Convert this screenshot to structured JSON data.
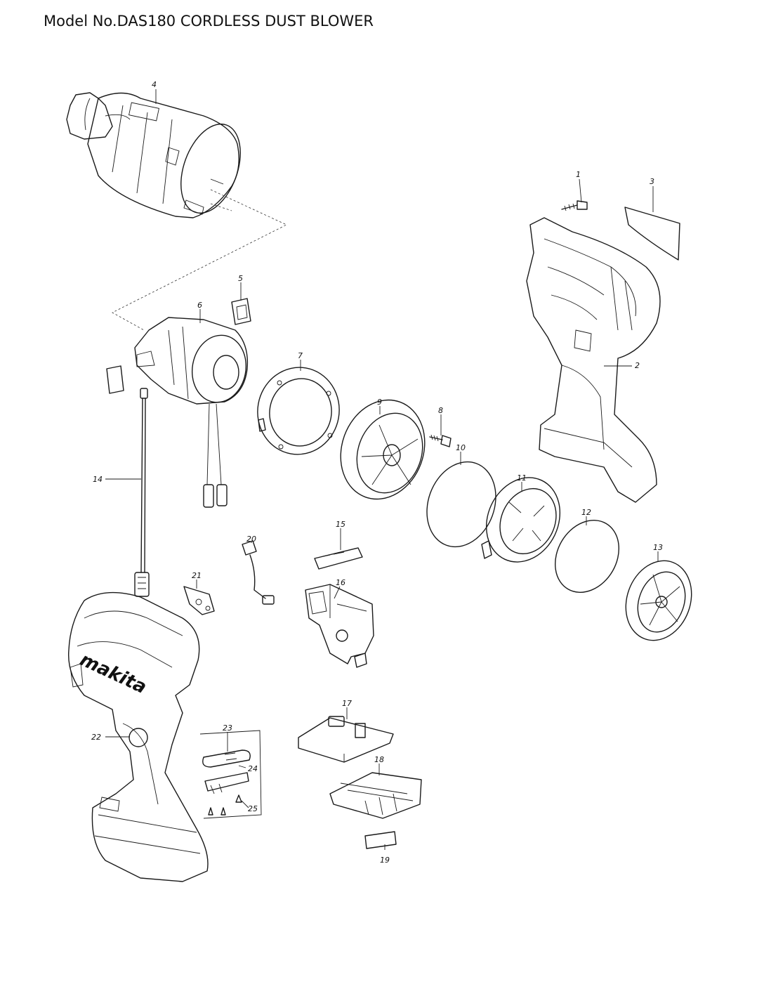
{
  "header": {
    "title": "Model No.DAS180 CORDLESS DUST BLOWER"
  },
  "brand_mark": "makita",
  "callouts": [
    {
      "id": "1",
      "label": "1"
    },
    {
      "id": "2",
      "label": "2"
    },
    {
      "id": "3",
      "label": "3"
    },
    {
      "id": "4",
      "label": "4"
    },
    {
      "id": "5",
      "label": "5"
    },
    {
      "id": "6",
      "label": "6"
    },
    {
      "id": "7",
      "label": "7"
    },
    {
      "id": "8",
      "label": "8"
    },
    {
      "id": "9",
      "label": "9"
    },
    {
      "id": "10",
      "label": "10"
    },
    {
      "id": "11",
      "label": "11"
    },
    {
      "id": "12",
      "label": "12"
    },
    {
      "id": "13",
      "label": "13"
    },
    {
      "id": "14",
      "label": "14"
    },
    {
      "id": "15",
      "label": "15"
    },
    {
      "id": "16",
      "label": "16"
    },
    {
      "id": "17",
      "label": "17"
    },
    {
      "id": "18",
      "label": "18"
    },
    {
      "id": "19",
      "label": "19"
    },
    {
      "id": "20",
      "label": "20"
    },
    {
      "id": "21",
      "label": "21"
    },
    {
      "id": "22",
      "label": "22"
    },
    {
      "id": "23",
      "label": "23"
    },
    {
      "id": "24",
      "label": "24"
    },
    {
      "id": "25",
      "label": "25"
    }
  ]
}
